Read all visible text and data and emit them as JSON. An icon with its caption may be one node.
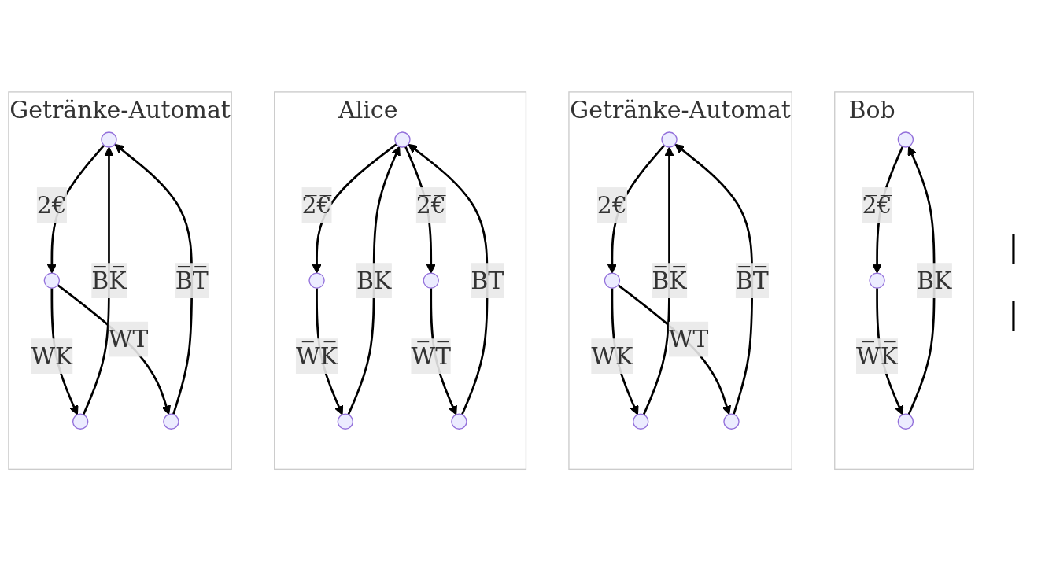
{
  "diagram": {
    "nodes": [
      {
        "text": [
          "Getränke-Automat"
        ]
      },
      {
        "text": [],
        "shape": "circle",
        "in": 0
      },
      {
        "text": [],
        "shape": "circle",
        "in": 0
      },
      {
        "text": [],
        "shape": "circle",
        "in": 0
      },
      {
        "text": [],
        "shape": "circle",
        "in": 0
      },
      {
        "text": [
          "Alice"
        ]
      },
      {
        "text": [],
        "shape": "circle",
        "in": 5
      },
      {
        "text": [],
        "shape": "circle",
        "in": 5
      },
      {
        "text": [],
        "shape": "circle",
        "in": 5
      },
      {
        "text": [],
        "shape": "circle",
        "in": 5
      },
      {
        "text": [],
        "shape": "circle",
        "in": 5
      },
      {
        "text": [
          "Getränke-Automat"
        ]
      },
      {
        "text": [],
        "shape": "circle",
        "in": 11
      },
      {
        "text": [],
        "shape": "circle",
        "in": 11
      },
      {
        "text": [],
        "shape": "circle",
        "in": 11
      },
      {
        "text": [],
        "shape": "circle",
        "in": 11
      },
      {
        "text": [
          "Bob"
        ]
      },
      {
        "text": [],
        "shape": "circle",
        "in": 16
      },
      {
        "text": [],
        "shape": "circle",
        "in": 16
      },
      {
        "text": [],
        "shape": "circle",
        "in": 16
      }
    ],
    "edges": [
      {
        "from": 1,
        "to": 2,
        "arrow": "to",
        "label": "2€"
      },
      {
        "from": 2,
        "to": 3,
        "arrow": "to",
        "label": "WK"
      },
      {
        "from": 2,
        "to": 4,
        "arrow": "to",
        "label": "WT"
      },
      {
        "from": 3,
        "to": 1,
        "arrow": "to",
        "label": "B̅K̅"
      },
      {
        "from": 4,
        "to": 1,
        "arrow": "to",
        "label": "B̅T̅"
      },
      {
        "from": 6,
        "to": 7,
        "arrow": "to",
        "label": "2̅€̅"
      },
      {
        "from": 6,
        "to": 8,
        "arrow": "to",
        "label": "2̅€̅"
      },
      {
        "from": 7,
        "to": 9,
        "arrow": "to",
        "label": "W̅K̅"
      },
      {
        "from": 8,
        "to": 10,
        "arrow": "to",
        "label": "W̅T̅"
      },
      {
        "from": 9,
        "to": 6,
        "arrow": "to",
        "label": "BK"
      },
      {
        "from": 10,
        "to": 6,
        "arrow": "to",
        "label": "BT"
      },
      {
        "from": 12,
        "to": 13,
        "arrow": "to",
        "label": "2€"
      },
      {
        "from": 13,
        "to": 14,
        "arrow": "to",
        "label": "WK"
      },
      {
        "from": 13,
        "to": 15,
        "arrow": "to",
        "label": "WT"
      },
      {
        "from": 14,
        "to": 12,
        "arrow": "to",
        "label": "B̅K̅"
      },
      {
        "from": 15,
        "to": 12,
        "arrow": "to",
        "label": "B̅T̅"
      },
      {
        "from": 17,
        "to": 18,
        "arrow": "to",
        "label": "2̅€̅"
      },
      {
        "from": 18,
        "to": 19,
        "arrow": "to",
        "label": "W̅K̅"
      },
      {
        "from": 19,
        "to": 17,
        "arrow": "to",
        "label": "BK"
      }
    ],
    "labels": [
      "|",
      "|"
    ]
  }
}
